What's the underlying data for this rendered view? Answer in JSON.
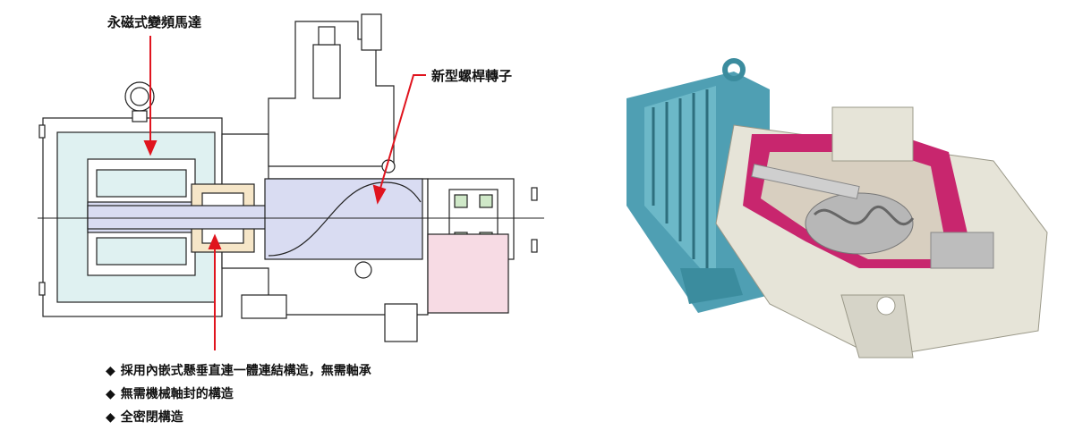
{
  "labels": {
    "motor": "永磁式變頻馬達",
    "rotor": "新型螺桿轉子"
  },
  "bullet_marker": "◆",
  "features": [
    "採用內嵌式懸垂直連一體連結構造，無需軸承",
    "無需機械軸封的構造",
    "全密閉構造"
  ],
  "colors": {
    "leader_arrow": "#e0141e",
    "motor_fill": "#dff1f1",
    "rotor_fill": "#d9dcf2",
    "bearing_fill": "#f6e6c8",
    "seal_fill": "#f7dbe4",
    "cutaway_blue": "#4f9fb3",
    "cutaway_magenta": "#c8266e"
  }
}
